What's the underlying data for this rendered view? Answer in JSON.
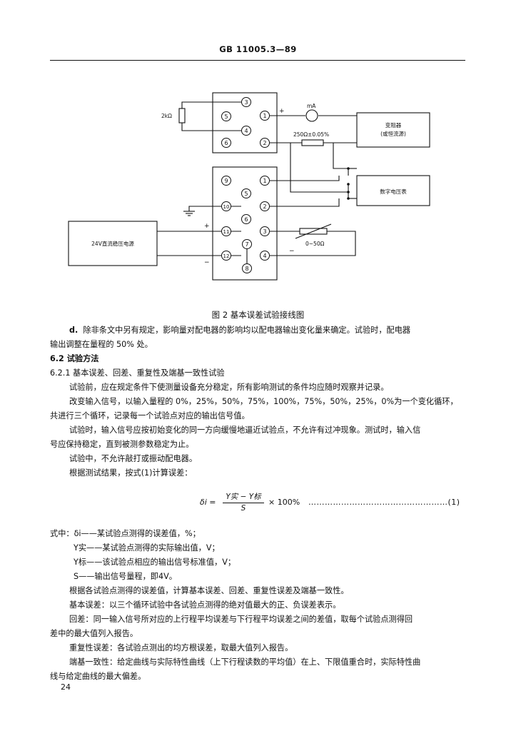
{
  "header": {
    "standard_number": "GB 11005.3—89"
  },
  "diagram": {
    "caption": "图 2  基本误差试验接线图",
    "labels": {
      "resistor_2k": "2kΩ",
      "ammeter": "mA",
      "plus_top": "+",
      "resistor_250": "250Ω±0.05%",
      "transmitter": "变阻器",
      "transmitter_sub": "(或恒流源)",
      "voltmeter": "数字电压表",
      "power_supply": "24V直流稳压电源",
      "plus_supply": "+",
      "minus_supply": "−",
      "rheostat": "0~50Ω",
      "minus_right": "−"
    },
    "upper_terminals": [
      "3",
      "5",
      "4",
      "6",
      "1",
      "2"
    ],
    "lower_terminals": [
      "9",
      "5",
      "10",
      "6",
      "11",
      "7",
      "12",
      "8",
      "1",
      "2",
      "3",
      "4"
    ]
  },
  "text": {
    "d_label": "d.",
    "d_line1": "除非条文中另有规定，影响量对配电器的影响均以配电器输出变化量来确定。试验时，配电器",
    "d_line2": "输出调整在量程的 50% 处。",
    "s62": "6.2  试验方法",
    "s621": "6.2.1  基本误差、回差、重复性及端基一致性试验",
    "p1": "试验前，应在规定条件下使测量设备充分稳定，所有影响测试的条件均应随时观察并记录。",
    "p2_line1": "改变输入信号，以输入量程的 0%，25%，50%，75%，100%，75%，50%，25%，0%为一个变化循环，",
    "p2_line2": "共进行三个循环，记录每一个试验点对应的输出信号值。",
    "p3_line1": "试验时，输入信号应按初始变化的同一方向缓慢地逼近试验点，不允许有过冲现象。测试时，输入信",
    "p3_line2": "号应保持稳定，直到被测参数稳定为止。",
    "p4": "试验中，不允许敲打或振动配电器。",
    "p5": "根据测试结果，按式(1)计算误差：",
    "formula": {
      "lhs": "δi =",
      "numerator": "Y实 − Y标",
      "denominator": "S",
      "rest": "× 100%",
      "dots": "……………………………………………(1)"
    },
    "where_line": "式中：δi——某试验点测得的误差值，%；",
    "w1": "Y实——某试验点测得的实际输出值，V；",
    "w2": "Y标——该试验点相应的输出信号标准值，V；",
    "w3": "S——输出信号量程，即4V。",
    "p6": "根据各试验点测得的误差值，计算基本误差、回差、重复性误差及端基一致性。",
    "p7": "基本误差：以三个循环试验中各试验点测得的绝对值最大的正、负误差表示。",
    "p8_line1": "回差：同一输入信号所对应的上行程平均误差与下行程平均误差之间的差值，取每个试验点测得回",
    "p8_line2": "差中的最大值列入报告。",
    "p9": "重复性误差：各试验点测出的均方根误差，取最大值列入报告。",
    "p10_line1": "端基一致性：给定曲线与实际特性曲线（上下行程读数的平均值）在上、下限值重合时，实际特性曲",
    "p10_line2": "线与给定曲线的最大偏差。"
  },
  "footer": {
    "page_number": "24"
  }
}
